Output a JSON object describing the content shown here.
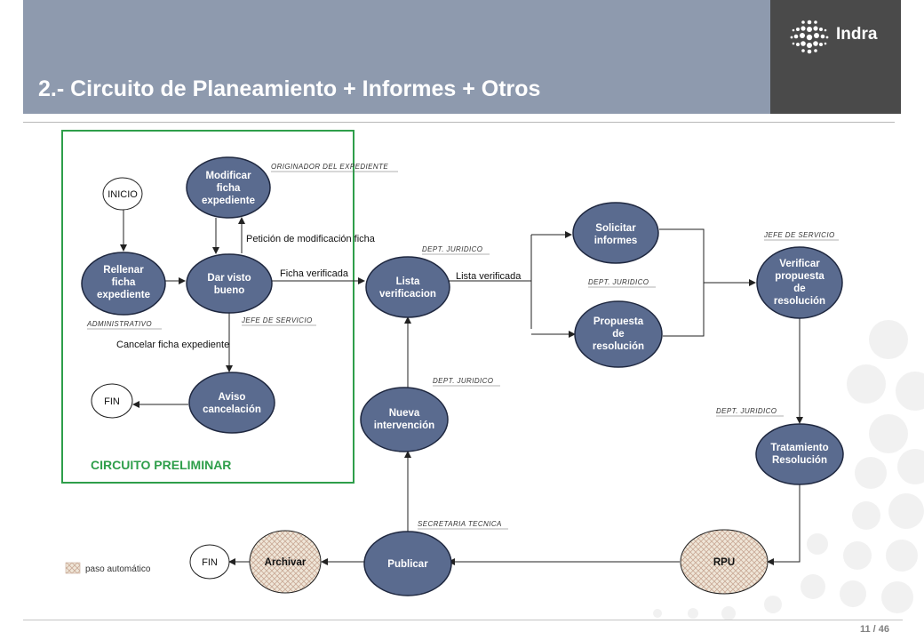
{
  "header": {
    "title": "2.- Circuito de Planeamiento + Informes + Otros",
    "logo": "Indra"
  },
  "footer": {
    "page": "11 / 46"
  },
  "diagram": {
    "preliminary_label": "CIRCUITO PRELIMINAR",
    "legend_label": "paso automático",
    "nodes": {
      "inicio": [
        "INICIO"
      ],
      "rellenar": [
        "Rellenar",
        "ficha",
        "expediente"
      ],
      "modificar": [
        "Modificar",
        "ficha",
        "expediente"
      ],
      "dar_visto": [
        "Dar visto",
        "bueno"
      ],
      "aviso": [
        "Aviso",
        "cancelación"
      ],
      "fin1": [
        "FIN"
      ],
      "lista": [
        "Lista",
        "verificacion"
      ],
      "nueva": [
        "Nueva",
        "intervención"
      ],
      "solicitar": [
        "Solicitar",
        "informes"
      ],
      "propuesta": [
        "Propuesta",
        "de",
        "resolución"
      ],
      "verificar": [
        "Verificar",
        "propuesta",
        "de",
        "resolución"
      ],
      "tratamiento": [
        "Tratamiento",
        "Resolución"
      ],
      "rpu": [
        "RPU"
      ],
      "publicar": [
        "Publicar"
      ],
      "archivar": [
        "Archivar"
      ],
      "fin2": [
        "FIN"
      ]
    },
    "roles": {
      "originador": "ORIGINADOR DEL EXPEDIENTE",
      "administrativo": "ADMINISTRATIVO",
      "jefe1": "JEFE DE SERVICIO",
      "dept_lista": "DEPT. JURIDICO",
      "dept_nueva": "DEPT. JURIDICO",
      "dept_propuesta": "DEPT. JURIDICO",
      "jefe2": "JEFE DE SERVICIO",
      "dept_tratamiento": "DEPT. JURIDICO",
      "secretaria": "SECRETARIA TECNICA"
    },
    "edges": {
      "peticion": "Petición de modificación ficha",
      "ficha_verificada": "Ficha verificada",
      "cancelar": "Cancelar ficha expediente",
      "lista_verificada": "Lista verificada"
    }
  },
  "colors": {
    "node_fill": "#5a6b8f",
    "header": "#8e9aae",
    "prelim": "#2e9e4a"
  }
}
